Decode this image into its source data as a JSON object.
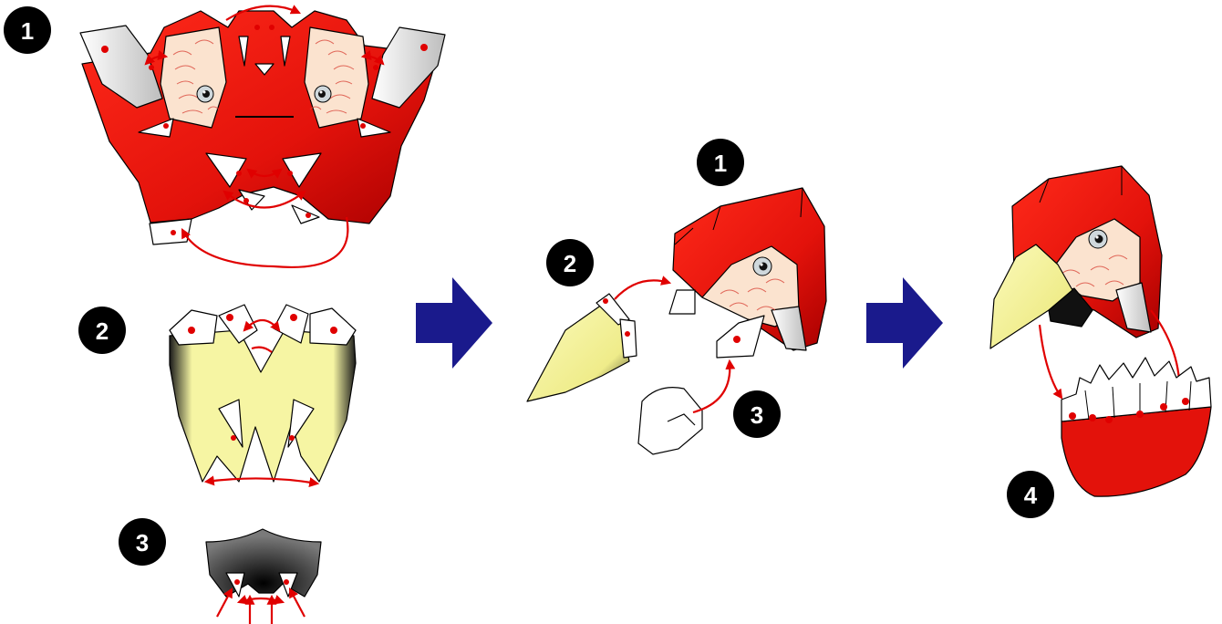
{
  "badges": {
    "left_1": "1",
    "left_2": "2",
    "left_3": "3",
    "mid_1": "1",
    "mid_2": "2",
    "mid_3": "3",
    "right_4": "4"
  },
  "colors": {
    "head_red": "#e3120b",
    "head_red_dark": "#b00000",
    "beak_yellow": "#f6f5a3",
    "lower_beak_black": "#1a1a1a",
    "cheek_skin": "#fbe3cf",
    "guide_red": "#e00000",
    "arrow_navy": "#1a1a8c",
    "badge_black": "#000000"
  },
  "icons": [
    "right-arrow-icon",
    "right-arrow-icon"
  ]
}
